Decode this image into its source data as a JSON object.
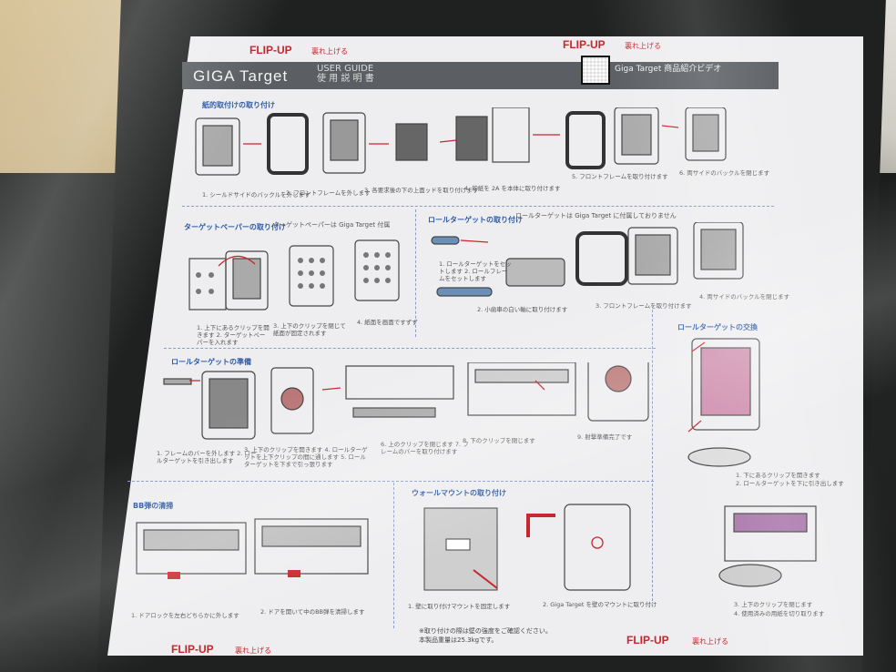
{
  "header": {
    "flip_up_left": "FLIP-UP",
    "flip_up_left_sub": "裏れ上げる",
    "flip_up_right": "FLIP-UP",
    "flip_up_right_sub": "裏れ上げる",
    "title": "GIGA Target",
    "user_guide": "USER GUIDE",
    "user_guide_ja": "使 用 説 明 書",
    "video": "Giga Target 商品紹介ビデオ"
  },
  "sections": {
    "frame_mount": {
      "title": "紙的取付けの取り付け",
      "steps": [
        "1. シールドサイドのバックルを外します",
        "2. フロントフレームを外します",
        "3. 各要求後の下の上面ッドを取り付けます",
        "4. 的紙を 2A を本体に取り付けます",
        "5. フロントフレームを取り付けます",
        "6. 両サイドのバックルを閉じます"
      ]
    },
    "paper": {
      "title": "ターゲットペーパーの取り付け",
      "subtitle": "ターゲットペーパーは Giga Target 付属",
      "steps": [
        "1. 上下にあるクリップを開きます 2. ターゲットペーパーを入れます",
        "3. 上下のクリップを閉じて 紙面が固定されます",
        "4. 紙面を画面ですずず"
      ]
    },
    "roll": {
      "title": "ロールターゲットの取り付け",
      "subtitle": "ロールターゲットは Giga Target に付属しておりません",
      "steps": [
        "1. ロールターゲットをセットします 2. ロールフレームをセットします",
        "2. 小歯車の白い軸に取り付けます",
        "3. フロントフレームを取り付けます",
        "4. 両サイドのバックルを閉じます"
      ]
    },
    "roll_prep": {
      "title": "ロールターゲットの準備",
      "steps": [
        "1. フレームのバーを外します 2. ロールターゲットを引き出します",
        "3. 上下のクリップを開きます 4. ロールターゲットを上下クリップの間に通します 5. ロールターゲットを下まで引っ張ります",
        "6. 上のクリップを閉じます 7. フレームのバーを取り付けます",
        "8. 下のクリップを閉じます",
        "9. 射撃準備完了です"
      ]
    },
    "roll_change": {
      "title": "ロールターゲットの交換",
      "steps": [
        "1. 下にあるクリップを開きます",
        "2. ロールターゲットを下に引き出します",
        "3. 上下のクリップを閉じます",
        "4. 使用済みの用紙を切り取ります"
      ]
    },
    "bb_clean": {
      "title": "BB弾の清掃",
      "steps": [
        "1. ドアロックを左右どちらかに外します",
        "2. ドアを開いて中のBB弾を清掃します"
      ]
    },
    "wall_mount": {
      "title": "ウォールマウントの取り付け",
      "steps": [
        "1. 壁に取り付けマウントを固定します",
        "2. Giga Target を壁のマウントに取り付け"
      ],
      "notes": [
        "※取り付けの際は壁の強度をご確認ください。",
        "本製品重量は25.3kgです。"
      ]
    }
  },
  "footer": {
    "flip_up_left": "FLIP-UP",
    "flip_up_left_sub": "裏れ上げる",
    "flip_up_right": "FLIP-UP",
    "flip_up_right_sub": "裏れ上げる"
  },
  "colors": {
    "accent_red": "#c9252d",
    "section_blue": "#2a5aa8",
    "header_gray": "#5b5f63"
  }
}
